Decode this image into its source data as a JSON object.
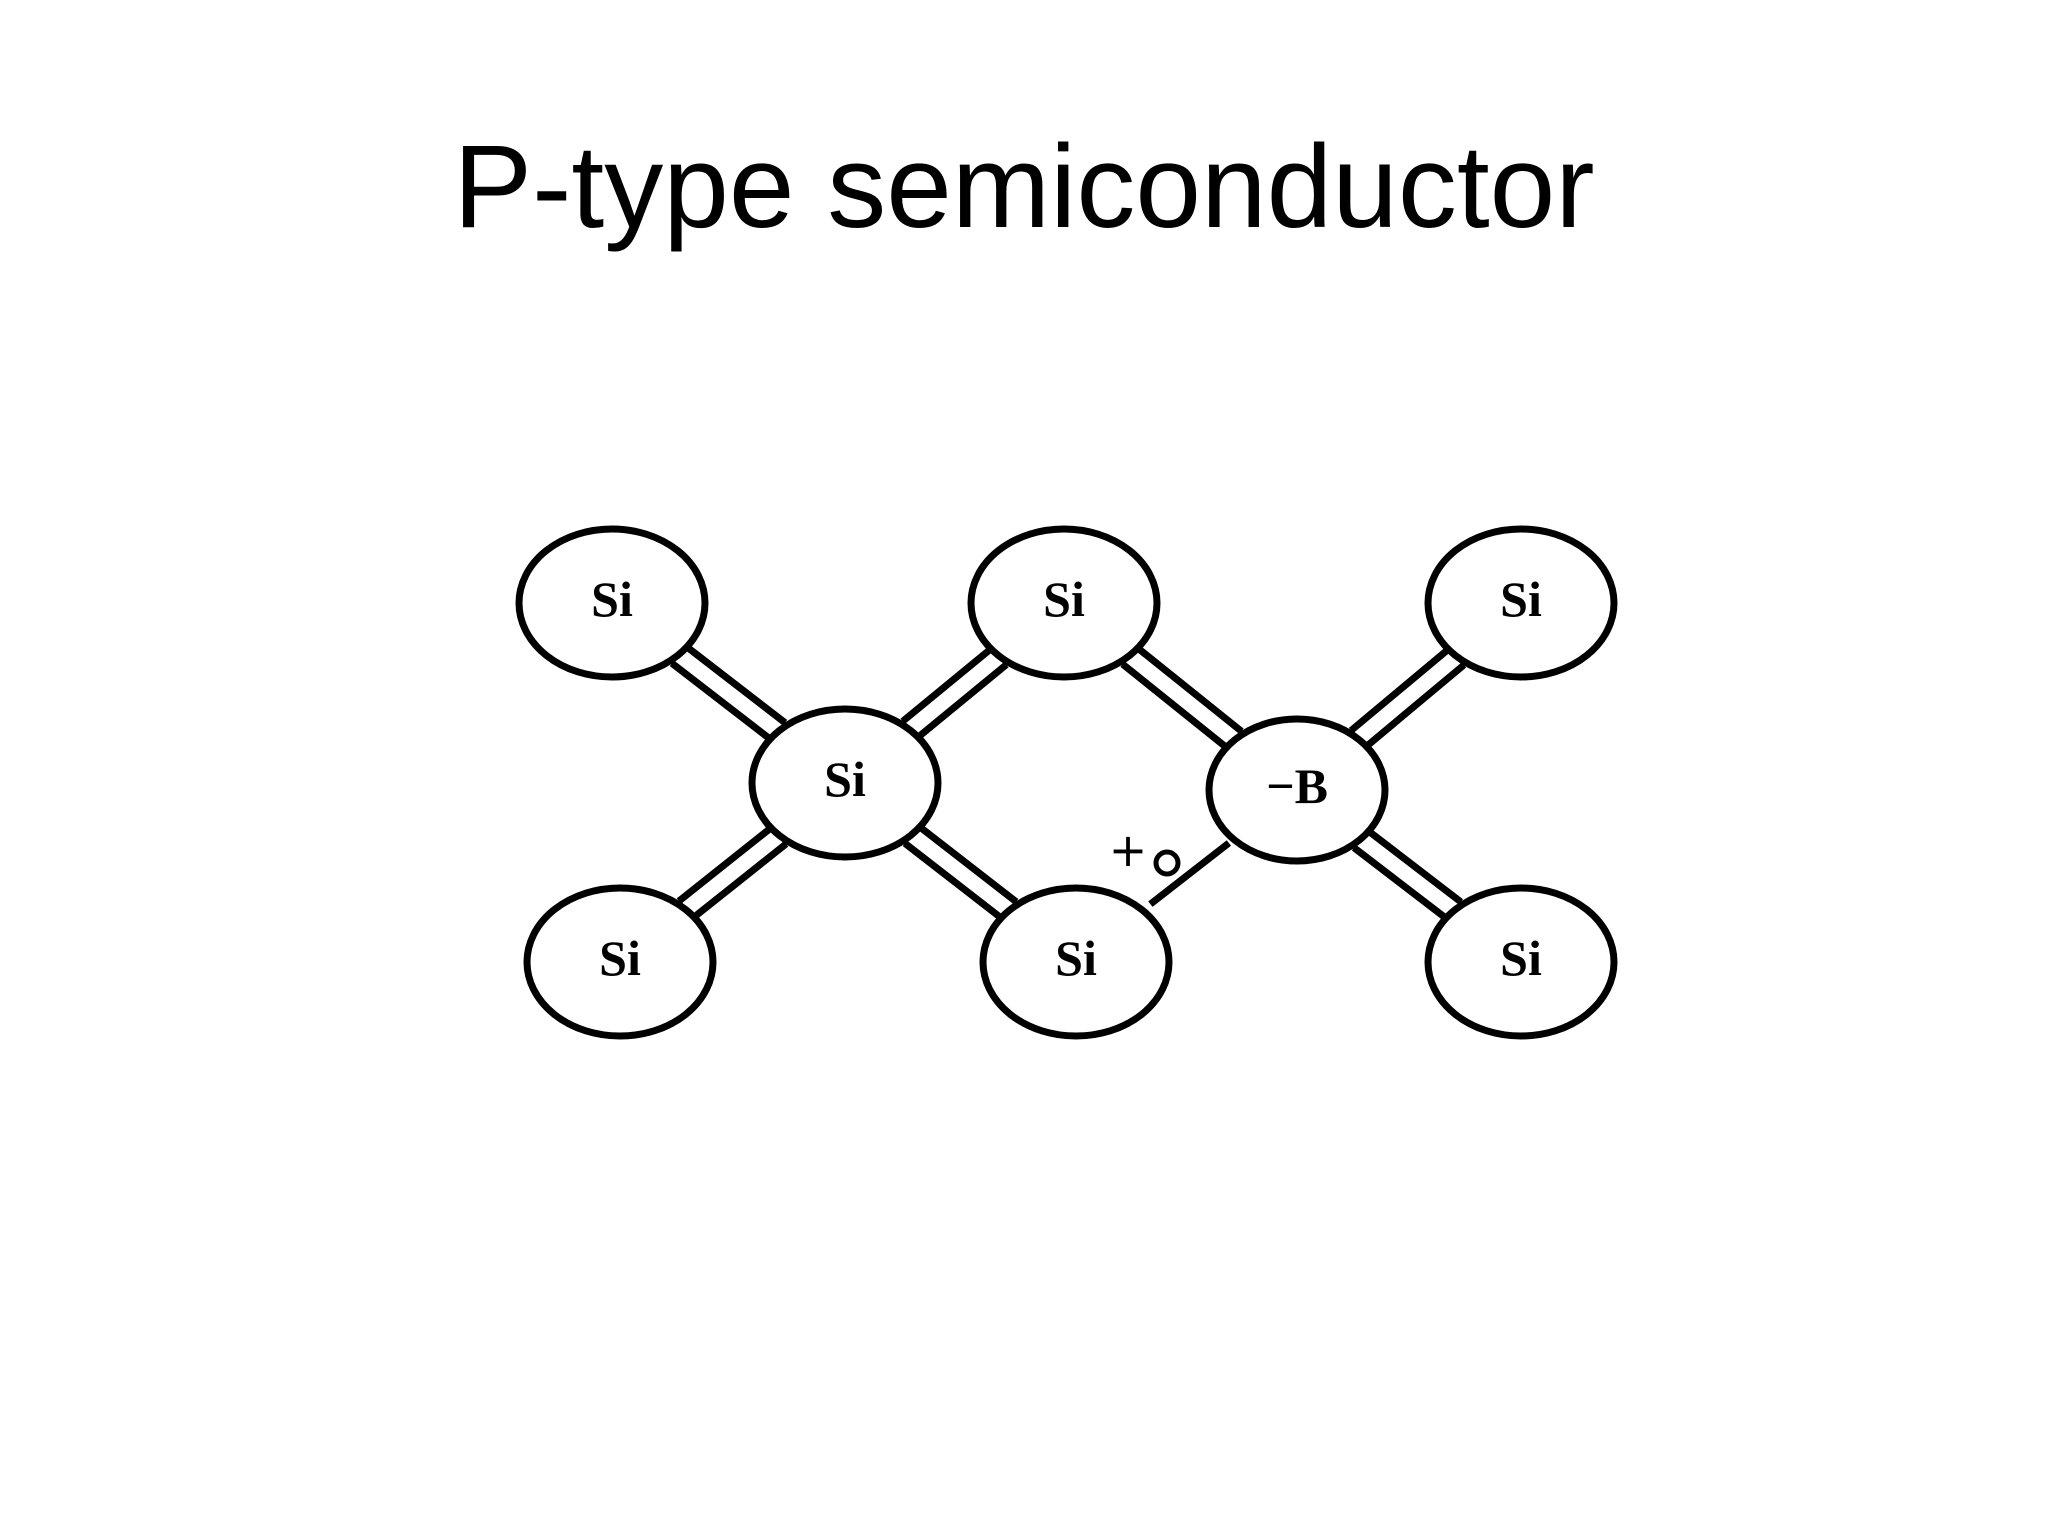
{
  "slide": {
    "title": "P-type semiconductor"
  },
  "diagram": {
    "atoms": [
      {
        "id": "si-top-left",
        "label": "Si"
      },
      {
        "id": "si-top-middle",
        "label": "Si"
      },
      {
        "id": "si-top-right",
        "label": "Si"
      },
      {
        "id": "si-center",
        "label": "Si"
      },
      {
        "id": "b-acceptor",
        "label": "−B"
      },
      {
        "id": "si-bottom-left",
        "label": "Si"
      },
      {
        "id": "si-bottom-middle",
        "label": "Si"
      },
      {
        "id": "si-bottom-right",
        "label": "Si"
      }
    ],
    "bonds": [
      {
        "from": "si-top-left",
        "to": "si-center",
        "electrons": 2
      },
      {
        "from": "si-top-middle",
        "to": "si-center",
        "electrons": 2
      },
      {
        "from": "si-bottom-left",
        "to": "si-center",
        "electrons": 2
      },
      {
        "from": "si-bottom-middle",
        "to": "si-center",
        "electrons": 2
      },
      {
        "from": "si-top-middle",
        "to": "b-acceptor",
        "electrons": 2
      },
      {
        "from": "si-top-right",
        "to": "b-acceptor",
        "electrons": 2
      },
      {
        "from": "si-bottom-right",
        "to": "b-acceptor",
        "electrons": 2
      },
      {
        "from": "si-bottom-middle",
        "to": "b-acceptor",
        "electrons": 1
      }
    ],
    "hole": {
      "charge_label": "+",
      "near_bond": [
        "si-bottom-middle",
        "b-acceptor"
      ]
    }
  }
}
